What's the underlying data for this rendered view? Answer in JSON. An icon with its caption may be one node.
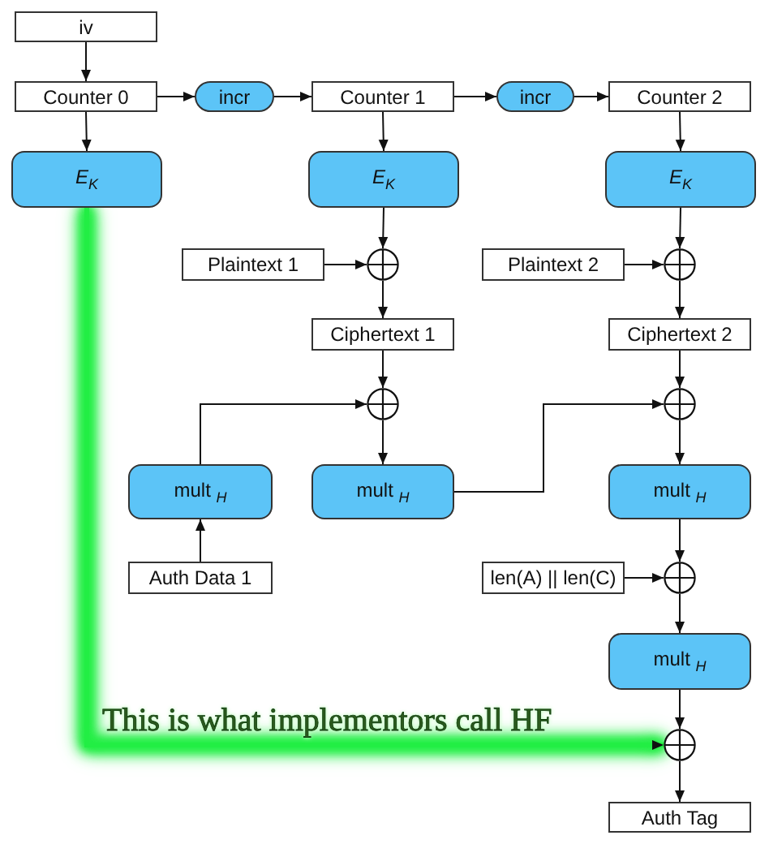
{
  "diagram": {
    "nodes": [
      {
        "text": [
          "iv"
        ]
      },
      {
        "text": [
          "Counter 0"
        ]
      },
      {
        "text": [
          "incr"
        ]
      },
      {
        "text": [
          "Counter 1"
        ]
      },
      {
        "text": [
          "incr"
        ]
      },
      {
        "text": [
          "Counter 2"
        ]
      },
      {
        "text": [
          "E$_{K}$"
        ]
      },
      {
        "text": [
          "E$_{K}$"
        ]
      },
      {
        "text": [
          "E$_{K}$"
        ]
      },
      {
        "text": [
          "Plaintext 1"
        ]
      },
      {
        "text": [],
        "shape": "circle"
      },
      {
        "text": [
          "Plaintext 2"
        ]
      },
      {
        "text": [],
        "shape": "circle"
      },
      {
        "text": [
          "Ciphertext 1"
        ]
      },
      {
        "text": [
          "Ciphertext 2"
        ]
      },
      {
        "text": [],
        "shape": "circle"
      },
      {
        "text": [],
        "shape": "circle"
      },
      {
        "text": [
          "mult $_{H}$"
        ]
      },
      {
        "text": [
          "mult $_{H}$"
        ]
      },
      {
        "text": [
          "mult $_{H}$"
        ]
      },
      {
        "text": [
          "Auth Data 1"
        ]
      },
      {
        "text": [
          "len(A) || len(C)"
        ]
      },
      {
        "text": [],
        "shape": "circle"
      },
      {
        "text": [
          "mult $_{H}$"
        ]
      },
      {
        "text": [],
        "shape": "circle"
      },
      {
        "text": [
          "Auth Tag"
        ]
      }
    ],
    "edges": [
      {
        "from": 0,
        "to": 1,
        "arrow": "to"
      },
      {
        "from": 1,
        "to": 2,
        "arrow": "to"
      },
      {
        "from": 2,
        "to": 3,
        "arrow": "to"
      },
      {
        "from": 3,
        "to": 4,
        "arrow": "to"
      },
      {
        "from": 4,
        "to": 5,
        "arrow": "to"
      },
      {
        "from": 1,
        "to": 6,
        "arrow": "to"
      },
      {
        "from": 3,
        "to": 7,
        "arrow": "to"
      },
      {
        "from": 5,
        "to": 8,
        "arrow": "to"
      },
      {
        "from": 7,
        "to": 10,
        "arrow": "to"
      },
      {
        "from": 9,
        "to": 10,
        "arrow": "to"
      },
      {
        "from": 8,
        "to": 12,
        "arrow": "to"
      },
      {
        "from": 11,
        "to": 12,
        "arrow": "to"
      },
      {
        "from": 10,
        "to": 13,
        "arrow": "to"
      },
      {
        "from": 12,
        "to": 14,
        "arrow": "to"
      },
      {
        "from": 13,
        "to": 15,
        "arrow": "to"
      },
      {
        "from": 14,
        "to": 16,
        "arrow": "to"
      },
      {
        "from": 17,
        "to": 15,
        "arrow": "to"
      },
      {
        "from": 15,
        "to": 18,
        "arrow": "to"
      },
      {
        "from": 18,
        "to": 16,
        "arrow": "to"
      },
      {
        "from": 16,
        "to": 19,
        "arrow": "to"
      },
      {
        "from": 20,
        "to": 17,
        "arrow": "to"
      },
      {
        "from": 19,
        "to": 22,
        "arrow": "to"
      },
      {
        "from": 21,
        "to": 22,
        "arrow": "to"
      },
      {
        "from": 22,
        "to": 23,
        "arrow": "to"
      },
      {
        "from": 23,
        "to": 24,
        "arrow": "to"
      },
      {
        "from": 6,
        "to": 24,
        "arrow": "to",
        "style": "thick",
        "color": "#22ee44"
      },
      {
        "from": 24,
        "to": 25,
        "arrow": "to"
      }
    ],
    "labels": [
      "This is what implementors call HF"
    ]
  }
}
